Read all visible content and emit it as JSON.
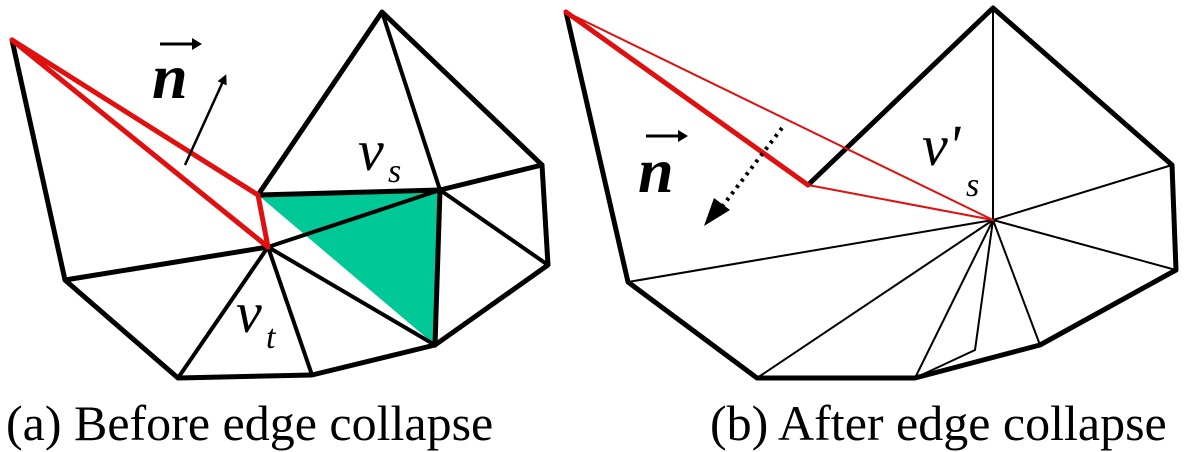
{
  "panel_a": {
    "caption": "(a)  Before edge collapse",
    "normal_symbol": "n",
    "vertex_s": "v",
    "vertex_s_sub": "s",
    "vertex_t": "v",
    "vertex_t_sub": "t",
    "highlight_color": "#00c896",
    "edge_color": "#000000",
    "collapse_edge_color": "#e01010"
  },
  "panel_b": {
    "caption": "(b)  After edge collapse",
    "normal_symbol": "n",
    "vertex_s": "v'",
    "vertex_s_sub": "s",
    "edge_color": "#000000",
    "collapse_edge_color": "#e01010"
  }
}
